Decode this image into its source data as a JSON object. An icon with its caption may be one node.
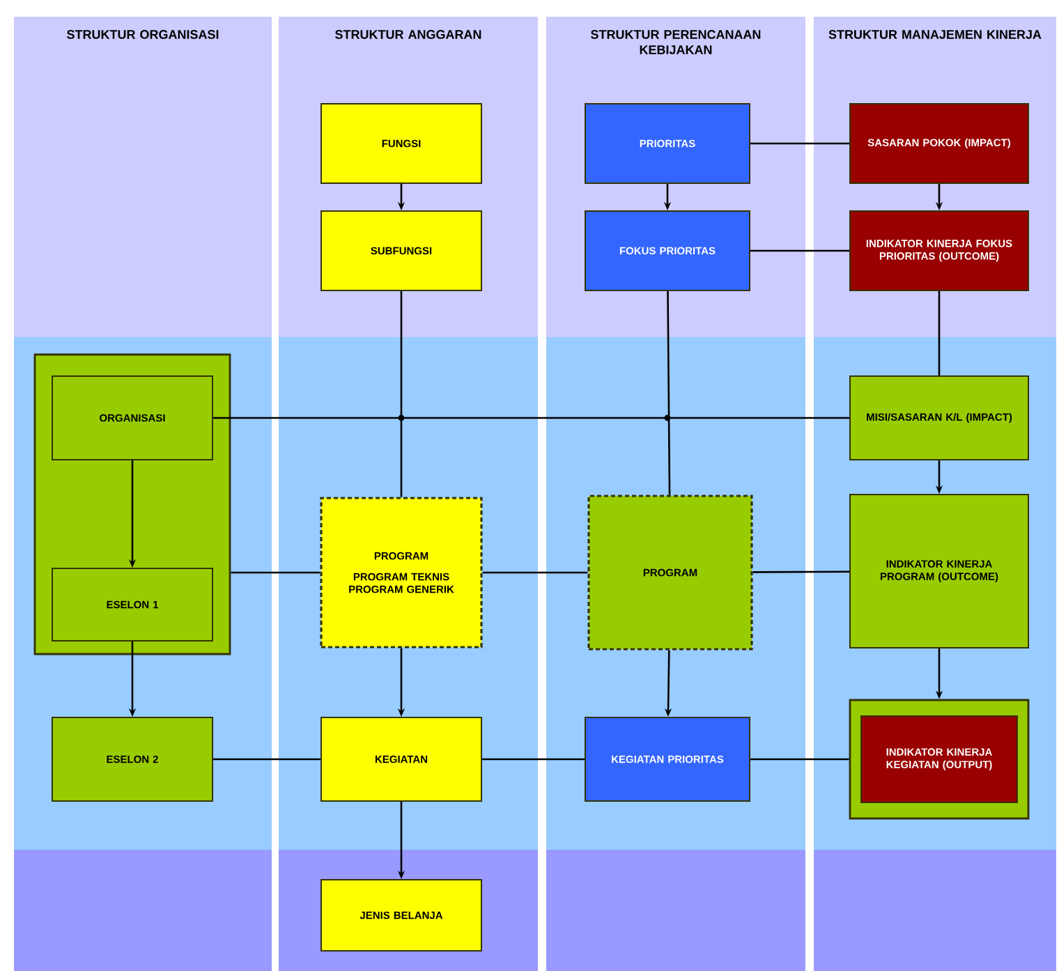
{
  "diagram": {
    "nodes": [
      {
        "text": [
          "STRUKTUR ORGANISASI"
        ]
      },
      {
        "text": [
          "STRUKTUR ANGGARAN"
        ]
      },
      {
        "text": [
          "STRUKTUR PERENCANAAN KEBIJAKAN"
        ]
      },
      {
        "text": [
          "STRUKTUR MANAJEMEN KINERJA"
        ]
      },
      {
        "text": [
          "FUNGSI"
        ],
        "in": 1
      },
      {
        "text": [
          "PRIORITAS"
        ],
        "in": 2
      },
      {
        "text": [
          "SASARAN POKOK (IMPACT)"
        ],
        "in": 3
      },
      {
        "text": [
          "SUBFUNGSI"
        ],
        "in": 1
      },
      {
        "text": [
          "FOKUS PRIORITAS"
        ],
        "in": 2
      },
      {
        "text": [
          "INDIKATOR KINERJA FOKUS PRIORITAS (OUTCOME)"
        ],
        "in": 3
      },
      {
        "text": [],
        "shape": "box",
        "in": 0
      },
      {
        "text": [
          "ORGANISASI"
        ],
        "in": 10
      },
      {
        "text": [
          "MISI/SASARAN K/L (IMPACT)"
        ],
        "in": 3
      },
      {
        "text": [
          "ESELON 1"
        ],
        "in": 10
      },
      {
        "text": [
          "PROGRAM",
          "PROGRAM TEKNIS PROGRAM GENERIK"
        ],
        "in": 1
      },
      {
        "text": [
          "PROGRAM"
        ],
        "in": 2
      },
      {
        "text": [
          "INDIKATOR KINERJA PROGRAM (OUTCOME)"
        ],
        "in": 3
      },
      {
        "text": [
          "ESELON 2"
        ],
        "in": 0
      },
      {
        "text": [
          "KEGIATAN"
        ],
        "in": 1
      },
      {
        "text": [
          "KEGIATAN PRIORITAS"
        ],
        "in": 2
      },
      {
        "text": [],
        "shape": "box",
        "in": 3
      },
      {
        "text": [
          "INDIKATOR KINERJA KEGIATAN (OUTPUT)"
        ],
        "in": 20
      },
      {
        "text": [
          "JENIS BELANJA"
        ],
        "in": 1
      }
    ],
    "edges": [
      {
        "from": 4,
        "to": 7,
        "arrow": "to"
      },
      {
        "from": 5,
        "to": 8,
        "arrow": "to"
      },
      {
        "from": 6,
        "to": 9,
        "arrow": "to"
      },
      {
        "from": 5,
        "to": 6,
        "arrow": "none"
      },
      {
        "from": 8,
        "to": 9,
        "arrow": "none"
      },
      {
        "from": 7,
        "to": 14,
        "arrow": "none"
      },
      {
        "from": 8,
        "to": 15,
        "arrow": "none"
      },
      {
        "from": 9,
        "to": 12,
        "arrow": "none"
      },
      {
        "from": 11,
        "to": 12,
        "arrow": "none"
      },
      {
        "from": 11,
        "to": 13,
        "arrow": "to"
      },
      {
        "from": 10,
        "to": 14,
        "arrow": "none"
      },
      {
        "from": 14,
        "to": 15,
        "arrow": "none"
      },
      {
        "from": 15,
        "to": 16,
        "arrow": "none"
      },
      {
        "from": 12,
        "to": 16,
        "arrow": "to"
      },
      {
        "from": 13,
        "to": 17,
        "arrow": "to"
      },
      {
        "from": 14,
        "to": 18,
        "arrow": "to"
      },
      {
        "from": 15,
        "to": 19,
        "arrow": "to"
      },
      {
        "from": 16,
        "to": 20,
        "arrow": "to"
      },
      {
        "from": 17,
        "to": 18,
        "arrow": "none"
      },
      {
        "from": 18,
        "to": 19,
        "arrow": "none"
      },
      {
        "from": 19,
        "to": 20,
        "arrow": "none"
      },
      {
        "from": 18,
        "to": 22,
        "arrow": "to"
      }
    ]
  }
}
